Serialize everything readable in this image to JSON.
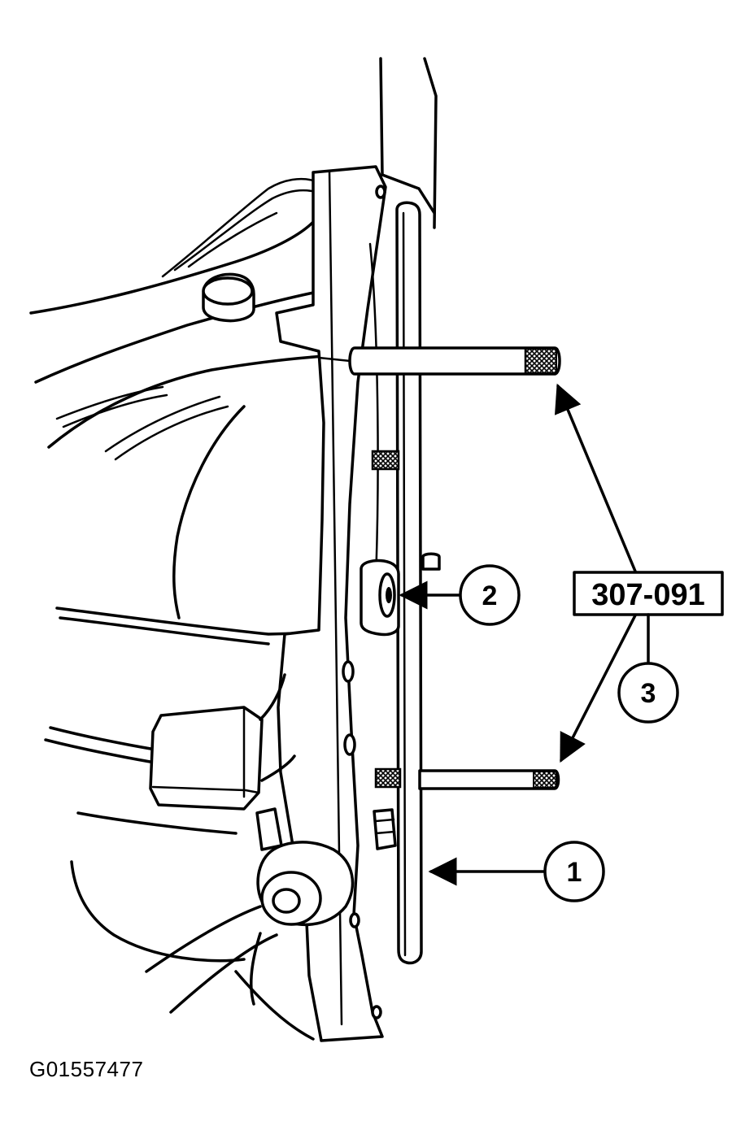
{
  "figure": {
    "id": "G01557477"
  },
  "callouts": [
    {
      "number": "1"
    },
    {
      "number": "2"
    },
    {
      "number": "3"
    }
  ],
  "tool_label": {
    "text": "307-091"
  },
  "colors": {
    "ink": "#000000",
    "paper": "#ffffff"
  }
}
